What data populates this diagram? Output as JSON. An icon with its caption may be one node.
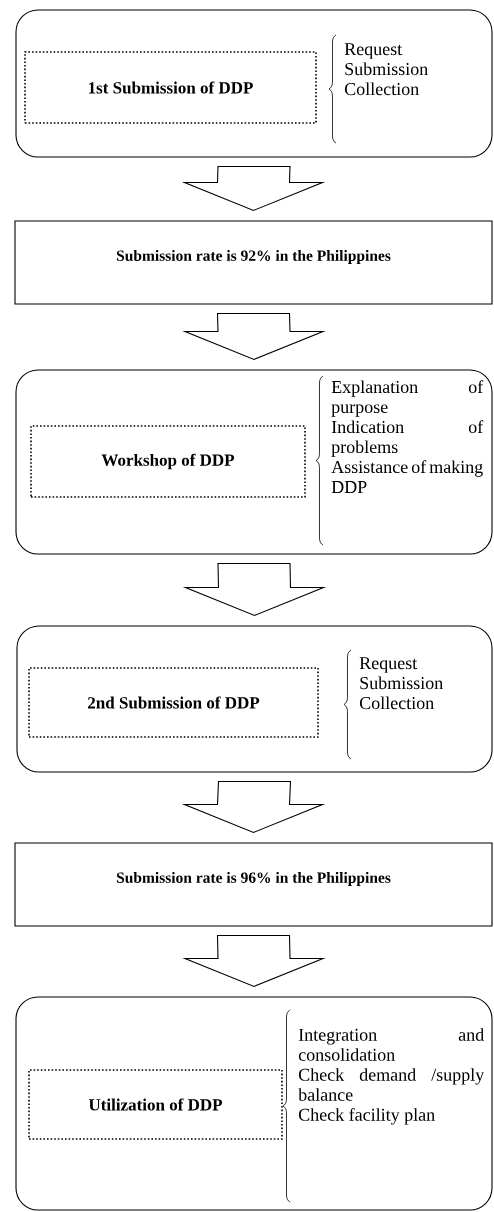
{
  "diagram": {
    "nodes": [
      {
        "text": [
          "Request",
          "Submission",
          "Collection"
        ]
      },
      {
        "text": [
          "1st Submission of DDP"
        ],
        "in": 0
      },
      {
        "text": [
          "Submission rate is 92% in the Philippines"
        ]
      },
      {
        "text": [
          "Explanation of purpose",
          "Indication of problems",
          "Assistance of making DDP"
        ]
      },
      {
        "text": [
          "Workshop of DDP"
        ],
        "in": 3
      },
      {
        "text": [
          "Request",
          "Submission",
          "Collection"
        ]
      },
      {
        "text": [
          "2nd Submission of DDP"
        ],
        "in": 5
      },
      {
        "text": [
          "Submission rate is 96% in the Philippines"
        ]
      },
      {
        "text": [
          "Integration and consolidation",
          "Check demand /supply balance",
          "Check facility plan"
        ]
      },
      {
        "text": [
          "Utilization of DDP"
        ],
        "in": 8
      }
    ],
    "edges": [
      {
        "from": 0,
        "to": 2,
        "arrow": "to"
      },
      {
        "from": 2,
        "to": 3,
        "arrow": "to"
      },
      {
        "from": 3,
        "to": 5,
        "arrow": "to"
      },
      {
        "from": 5,
        "to": 7,
        "arrow": "to"
      },
      {
        "from": 7,
        "to": 8,
        "arrow": "to"
      }
    ]
  }
}
